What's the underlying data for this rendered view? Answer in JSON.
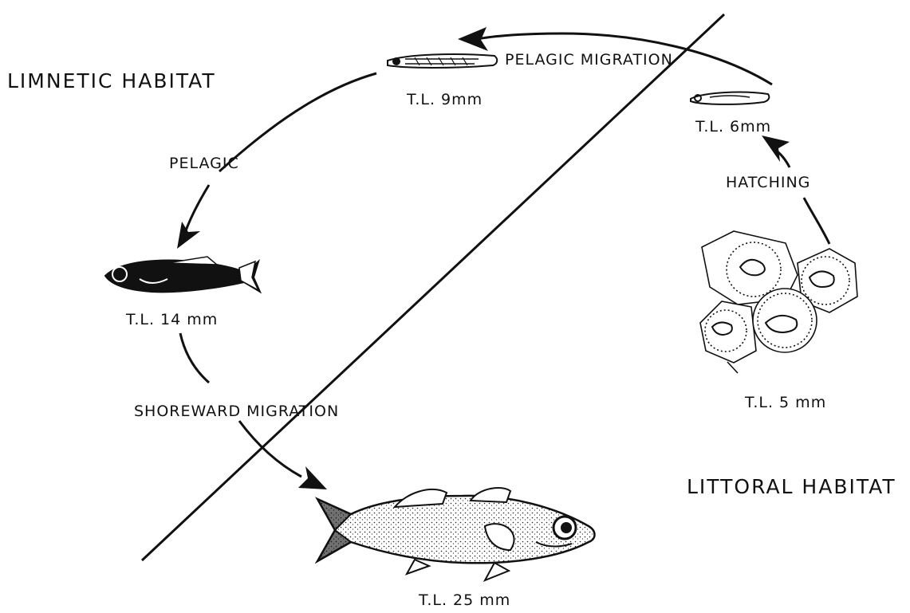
{
  "habitats": {
    "limnetic": "LIMNETIC  HABITAT",
    "littoral": "LITTORAL  HABITAT"
  },
  "processes": {
    "pelagic_migration": "PELAGIC  MIGRATION",
    "pelagic": "PELAGIC",
    "hatching": "HATCHING",
    "shoreward_migration": "SHOREWARD  MIGRATION"
  },
  "stages": {
    "egg": "T.L.  5 mm",
    "larva_6": "T.L. 6mm",
    "larva_9": "T.L. 9mm",
    "juvenile_14": "T.L.  14 mm",
    "juvenile_25": "T.L. 25 mm"
  },
  "colors": {
    "ink": "#111111",
    "background": "#ffffff"
  }
}
